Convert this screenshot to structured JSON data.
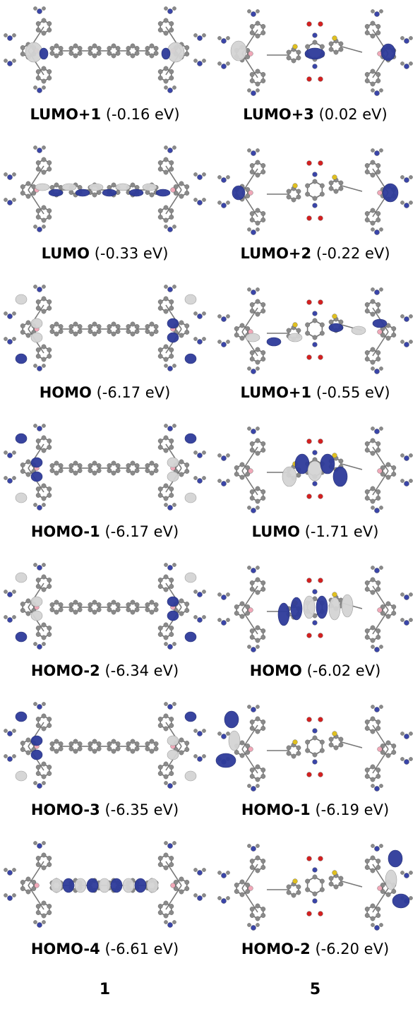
{
  "columns": [
    {
      "compound_label": "1",
      "orbitals": [
        {
          "name": "LUMO+1",
          "energy": "(-0.16 eV)"
        },
        {
          "name": "LUMO",
          "energy": "(-0.33 eV)"
        },
        {
          "name": "HOMO",
          "energy": "(-6.17 eV)"
        },
        {
          "name": "HOMO-1",
          "energy": "(-6.17 eV)"
        },
        {
          "name": "HOMO-2",
          "energy": "(-6.34 eV)"
        },
        {
          "name": "HOMO-3",
          "energy": "(-6.35 eV)"
        },
        {
          "name": "HOMO-4",
          "energy": "(-6.61 eV)"
        }
      ]
    },
    {
      "compound_label": "5",
      "orbitals": [
        {
          "name": "LUMO+3",
          "energy": "(0.02 eV)"
        },
        {
          "name": "LUMO+2",
          "energy": "(-0.22 eV)"
        },
        {
          "name": "LUMO+1",
          "energy": "(-0.55 eV)"
        },
        {
          "name": "LUMO",
          "energy": "(-1.71 eV)"
        },
        {
          "name": "HOMO",
          "energy": "(-6.02 eV)"
        },
        {
          "name": "HOMO-1",
          "energy": "(-6.19 eV)"
        },
        {
          "name": "HOMO-2",
          "energy": "(-6.20 eV)"
        }
      ]
    }
  ],
  "colors": {
    "atom_carbon": "#8a8a8a",
    "atom_nitrogen": "#3a45a8",
    "atom_oxygen": "#d42020",
    "atom_sulfur": "#e0c020",
    "atom_boron": "#f0a8b8",
    "lobe_positive": "#2e3b9a",
    "lobe_negative": "#d4d4d4"
  }
}
